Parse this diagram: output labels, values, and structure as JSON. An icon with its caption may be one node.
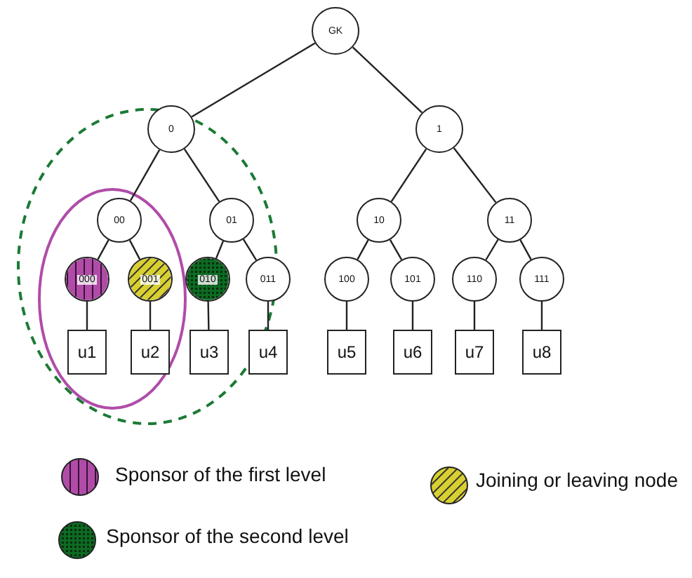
{
  "diagram": {
    "nodes": [
      {
        "text": [
          "GK"
        ]
      },
      {
        "text": [
          "0"
        ]
      },
      {
        "text": [
          "1"
        ]
      },
      {
        "text": [
          "00"
        ]
      },
      {
        "text": [
          "01"
        ]
      },
      {
        "text": [
          "10"
        ]
      },
      {
        "text": [
          "11"
        ]
      },
      {
        "text": [
          "000"
        ]
      },
      {
        "text": [
          "001"
        ]
      },
      {
        "text": [
          "010"
        ]
      },
      {
        "text": [
          "011"
        ]
      },
      {
        "text": [
          "100"
        ]
      },
      {
        "text": [
          "101"
        ]
      },
      {
        "text": [
          "110"
        ]
      },
      {
        "text": [
          "111"
        ]
      },
      {
        "text": [
          "u1"
        ]
      },
      {
        "text": [
          "u2"
        ]
      },
      {
        "text": [
          "u3"
        ]
      },
      {
        "text": [
          "u4"
        ]
      },
      {
        "text": [
          "u5"
        ]
      },
      {
        "text": [
          "u6"
        ]
      },
      {
        "text": [
          "u7"
        ]
      },
      {
        "text": [
          "u8"
        ]
      }
    ],
    "edges": [
      {
        "from": 0,
        "to": 1,
        "arrow": "none"
      },
      {
        "from": 0,
        "to": 2,
        "arrow": "none"
      },
      {
        "from": 1,
        "to": 3,
        "arrow": "none"
      },
      {
        "from": 1,
        "to": 4,
        "arrow": "none"
      },
      {
        "from": 2,
        "to": 5,
        "arrow": "none"
      },
      {
        "from": 2,
        "to": 6,
        "arrow": "none"
      },
      {
        "from": 3,
        "to": 7,
        "arrow": "none"
      },
      {
        "from": 3,
        "to": 8,
        "arrow": "none"
      },
      {
        "from": 4,
        "to": 9,
        "arrow": "none"
      },
      {
        "from": 4,
        "to": 10,
        "arrow": "none"
      },
      {
        "from": 5,
        "to": 11,
        "arrow": "none"
      },
      {
        "from": 5,
        "to": 12,
        "arrow": "none"
      },
      {
        "from": 6,
        "to": 13,
        "arrow": "none"
      },
      {
        "from": 6,
        "to": 14,
        "arrow": "none"
      },
      {
        "from": 7,
        "to": 15,
        "arrow": "none"
      },
      {
        "from": 8,
        "to": 16,
        "arrow": "none"
      },
      {
        "from": 9,
        "to": 17,
        "arrow": "none"
      },
      {
        "from": 10,
        "to": 18,
        "arrow": "none"
      },
      {
        "from": 11,
        "to": 19,
        "arrow": "none"
      },
      {
        "from": 12,
        "to": 20,
        "arrow": "none"
      },
      {
        "from": 13,
        "to": 21,
        "arrow": "none"
      },
      {
        "from": 14,
        "to": 22,
        "arrow": "none"
      }
    ],
    "legend": [
      {
        "text": "Sponsor of the first level",
        "color": "#b04ca8"
      },
      {
        "text": "Joining or leaving node",
        "color": "#d8d030"
      },
      {
        "text": "Sponsor of the second level",
        "color": "#0d6b22"
      }
    ]
  }
}
